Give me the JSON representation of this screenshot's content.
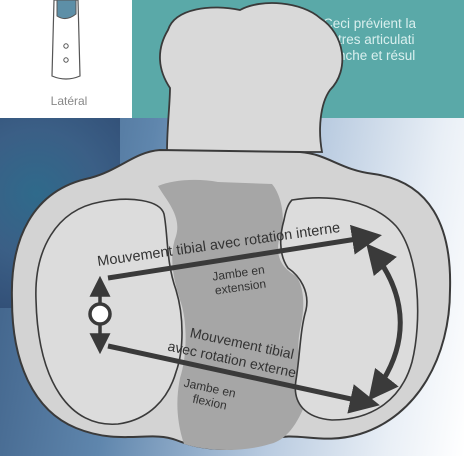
{
  "header_text": "Ceci prévient la\nautres articulati\nhanche et résul",
  "lateral_label": "Latéral",
  "labels": {
    "internal_rotation": "Mouvement tibial avec rotation interne",
    "leg_extension_1": "Jambe en",
    "leg_extension_2": "extension",
    "external_rotation_1": "Mouvement tibial",
    "external_rotation_2": "avec rotation externe",
    "leg_flexion_1": "Jambe en",
    "leg_flexion_2": "flexion"
  },
  "colors": {
    "teal": "#5aa9a8",
    "bone_fill": "#dcdcdc",
    "bone_outline": "#3a3a3a",
    "inner_fill": "#a6a6a6",
    "arrow": "#3a3a3a"
  }
}
